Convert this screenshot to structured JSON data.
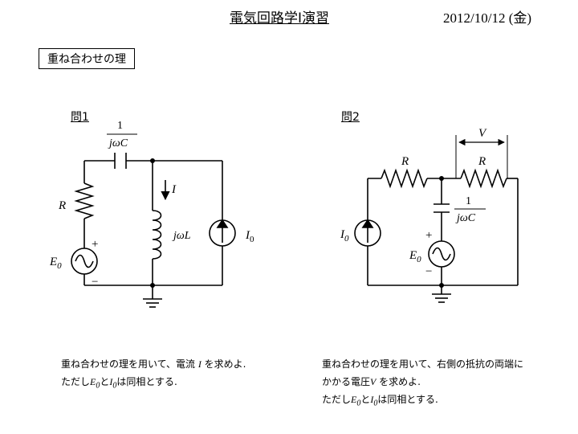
{
  "header": {
    "title": "電気回路学I演習",
    "date": "2012/10/12 (金)"
  },
  "section": {
    "label": "重ね合わせの理"
  },
  "q1": {
    "label": "問1",
    "cap_num": "1",
    "cap_den": "jωC",
    "current": "I",
    "resistor": "R",
    "source": "E",
    "source_sub": "0",
    "inductor": "jωL",
    "current_source": "I",
    "current_source_sub": "0",
    "plus": "+",
    "minus": "−",
    "desc_line1_a": "重ね合わせの理を用いて、電流 ",
    "desc_line1_var": "I",
    "desc_line1_b": " を求めよ.",
    "desc_line2_a": "ただし",
    "desc_line2_e": "E",
    "desc_line2_e_sub": "0",
    "desc_line2_and": "と",
    "desc_line2_i": "I",
    "desc_line2_i_sub": "0",
    "desc_line2_b": "は同相とする."
  },
  "q2": {
    "label": "問2",
    "voltage": "V",
    "resistor_left": "R",
    "resistor_right": "R",
    "cap_num": "1",
    "cap_den": "jωC",
    "current_source": "I",
    "current_source_sub": "0",
    "source": "E",
    "source_sub": "0",
    "plus": "+",
    "minus": "−",
    "desc_line1": "重ね合わせの理を用いて、右側の抵抗の両端に",
    "desc_line2_a": "かかる電圧",
    "desc_line2_var": "V",
    "desc_line2_b": " を求めよ.",
    "desc_line3_a": "ただし",
    "desc_line3_e": "E",
    "desc_line3_e_sub": "0",
    "desc_line3_and": "と",
    "desc_line3_i": "I",
    "desc_line3_i_sub": "0",
    "desc_line3_b": "は同相とする."
  }
}
